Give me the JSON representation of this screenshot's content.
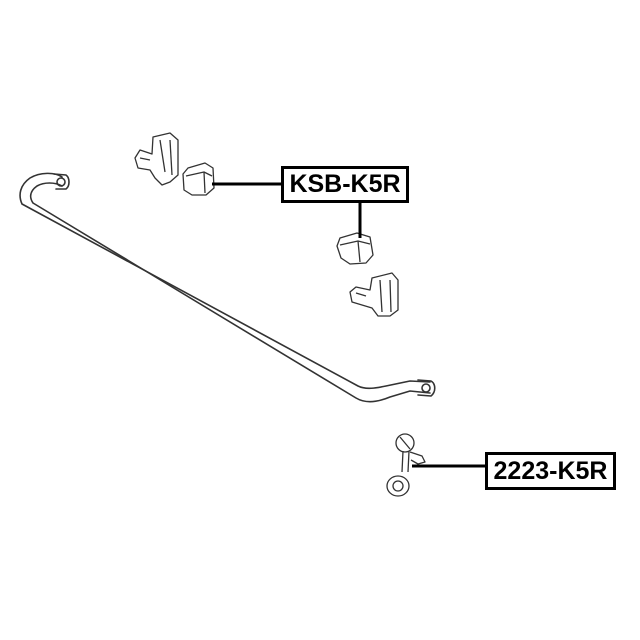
{
  "diagram": {
    "type": "exploded parts diagram",
    "subject": "stabilizer bar assembly",
    "colors": {
      "line": "#000000",
      "drawing": "#333333",
      "background": "#ffffff"
    },
    "callouts": [
      {
        "id": "ksb",
        "label": "KSB-K5R",
        "points_to": [
          "stabilizer bar bushing (upper)",
          "stabilizer bar bushing (lower)"
        ]
      },
      {
        "id": "link",
        "label": "2223-K5R",
        "points_to": [
          "stabilizer link"
        ]
      }
    ],
    "parts": [
      {
        "name": "stabilizer bar"
      },
      {
        "name": "bushing bracket (upper)"
      },
      {
        "name": "bushing (upper)"
      },
      {
        "name": "bushing (lower)"
      },
      {
        "name": "bushing bracket (lower)"
      },
      {
        "name": "stabilizer link"
      }
    ]
  }
}
